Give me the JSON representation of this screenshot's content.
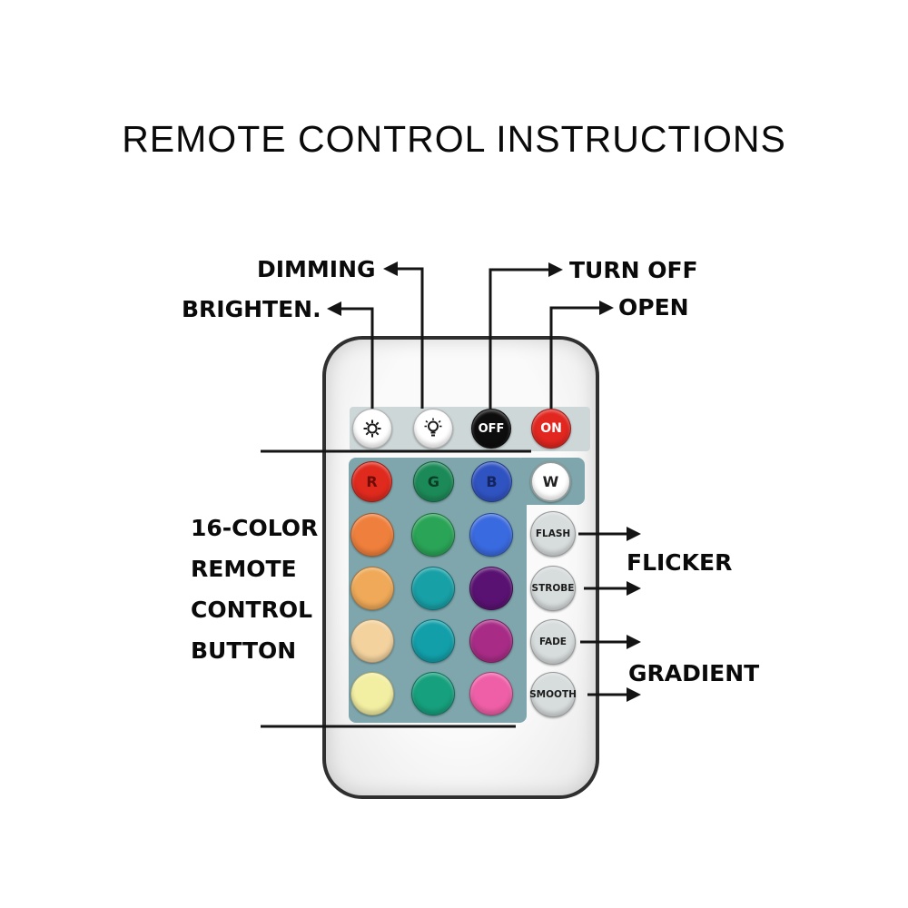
{
  "title": "REMOTE CONTROL INSTRUCTIONS",
  "labels": {
    "dimming": "DIMMING",
    "brighten": "BRIGHTEN.",
    "turn_off": "TURN OFF",
    "open": "OPEN",
    "flicker": "FLICKER",
    "gradient": "GRADIENT",
    "pad_note_lines": [
      "16-COLOR",
      "REMOTE",
      "CONTROL",
      "BUTTON"
    ]
  },
  "remote": {
    "body_color": "#f2f2f2",
    "strip_color": "#cdd7d8",
    "panel_color": "#7ea6ac",
    "mode_button_color": "#d7dcdc",
    "mode_button_text_color": "#1c1c1c",
    "top_buttons": {
      "dim": {
        "icon": "sun-dim-icon",
        "bg": "#ffffff"
      },
      "brighten": {
        "icon": "sun-bright-icon",
        "bg": "#ffffff"
      },
      "off": {
        "label": "OFF",
        "bg": "#0d0d0d",
        "fg": "#ffffff"
      },
      "on": {
        "label": "ON",
        "bg": "#e22620",
        "fg": "#ffffff"
      }
    },
    "rgbw_row": [
      {
        "label": "R",
        "bg": "#e02a1e",
        "fg": "#6e0d08"
      },
      {
        "label": "G",
        "bg": "#1c8a58",
        "fg": "#0b3d26"
      },
      {
        "label": "B",
        "bg": "#3053c2",
        "fg": "#14245e"
      },
      {
        "label": "W",
        "bg": "#ffffff",
        "fg": "#222222"
      }
    ],
    "color_grid": [
      [
        "#ef7f3c",
        "#2aa457",
        "#3a6adf"
      ],
      [
        "#efa958",
        "#17a0a6",
        "#5a1272"
      ],
      [
        "#f3d29e",
        "#129fa9",
        "#a82c86"
      ],
      [
        "#f3efa2",
        "#16a07d",
        "#ef5fa7"
      ]
    ],
    "mode_buttons": [
      "FLASH",
      "STROBE",
      "FADE",
      "SMOOTH"
    ]
  }
}
